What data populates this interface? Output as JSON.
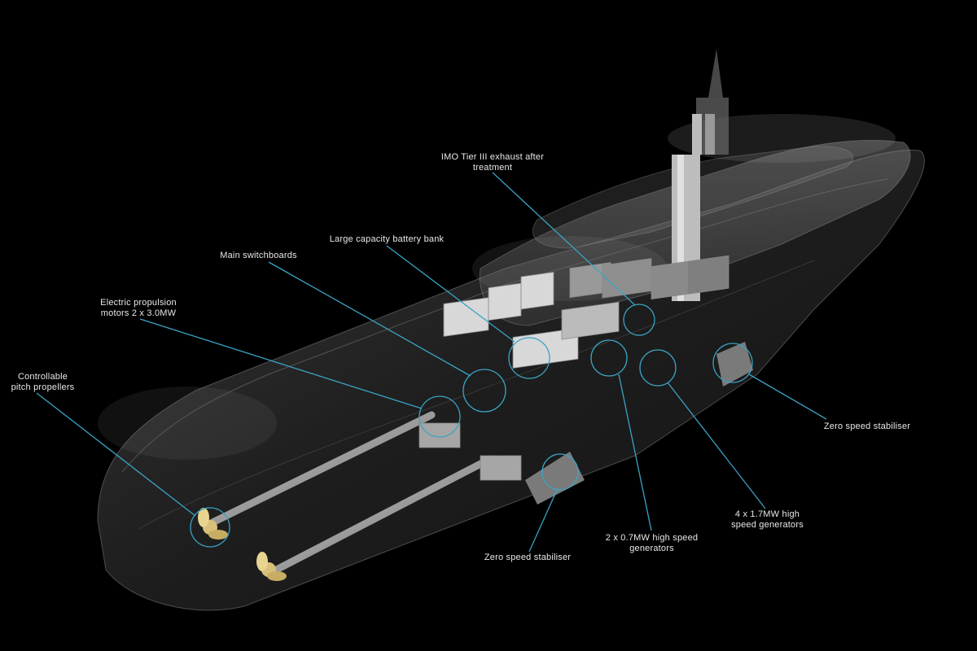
{
  "background_color": "#000000",
  "callout_color": "#3aa3c4",
  "callouts": [
    {
      "id": "exhaust",
      "lines": [
        "IMO Tier III exhaust after",
        "treatment"
      ]
    },
    {
      "id": "battery",
      "lines": [
        "Large capacity battery bank"
      ]
    },
    {
      "id": "switchboards",
      "lines": [
        "Main switchboards"
      ]
    },
    {
      "id": "motors",
      "lines": [
        "Electric propulsion",
        "motors 2 x 3.0MW"
      ]
    },
    {
      "id": "propellers",
      "lines": [
        "Controllable",
        "pitch propellers"
      ]
    },
    {
      "id": "stabiliser_right",
      "lines": [
        "Zero speed stabiliser"
      ]
    },
    {
      "id": "stabiliser_center",
      "lines": [
        "Zero speed stabiliser"
      ]
    },
    {
      "id": "small_gens",
      "lines": [
        "2 x 0.7MW high speed",
        "generators"
      ]
    },
    {
      "id": "large_gens",
      "lines": [
        "4 x 1.7MW high",
        "speed generators"
      ]
    }
  ]
}
